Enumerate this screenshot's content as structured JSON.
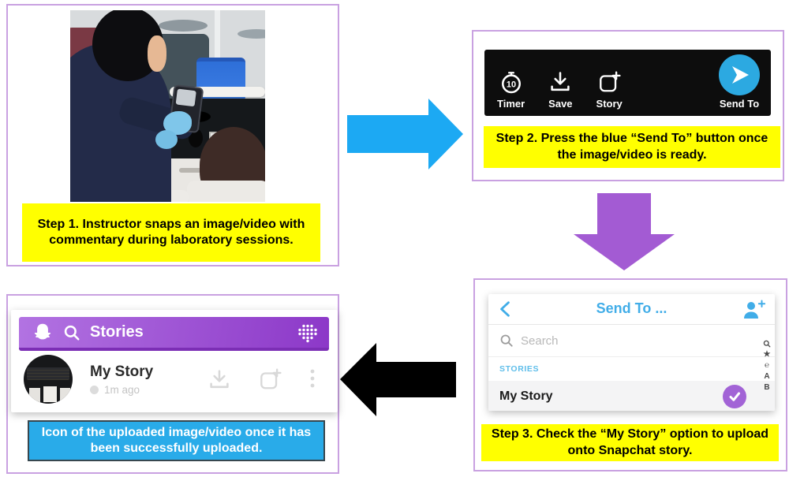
{
  "colors": {
    "highlight_yellow": "#FFFF00",
    "caption_blue_bg": "#29ABE9",
    "panel_border_purple": "#C9A1E1",
    "arrow_blue": "#1CA9F3",
    "arrow_purple": "#A35BD3",
    "arrow_black": "#000000",
    "snapchat_blue": "#41ADE8",
    "check_purple": "#A263D6"
  },
  "step1": {
    "caption": "Step 1. Instructor snaps an image/video with commentary during laboratory sessions."
  },
  "step2": {
    "toolbar": {
      "timer_value": "10",
      "timer_label": "Timer",
      "save_label": "Save",
      "story_label": "Story",
      "send_label": "Send To"
    },
    "caption": "Step 2. Press the blue “Send To” button once the image/video is ready."
  },
  "step3": {
    "screen": {
      "title": "Send To ...",
      "search_placeholder": "Search",
      "section_label": "STORIES",
      "row_label": "My Story",
      "index": [
        "★",
        "℮",
        "A",
        "B"
      ]
    },
    "caption": "Step 3. Check the “My Story” option to upload onto Snapchat story."
  },
  "step4": {
    "screen": {
      "title": "Stories",
      "row_title": "My Story",
      "row_subtitle": "1m ago"
    },
    "caption": "Icon of the uploaded image/video once it has been successfully uploaded."
  }
}
